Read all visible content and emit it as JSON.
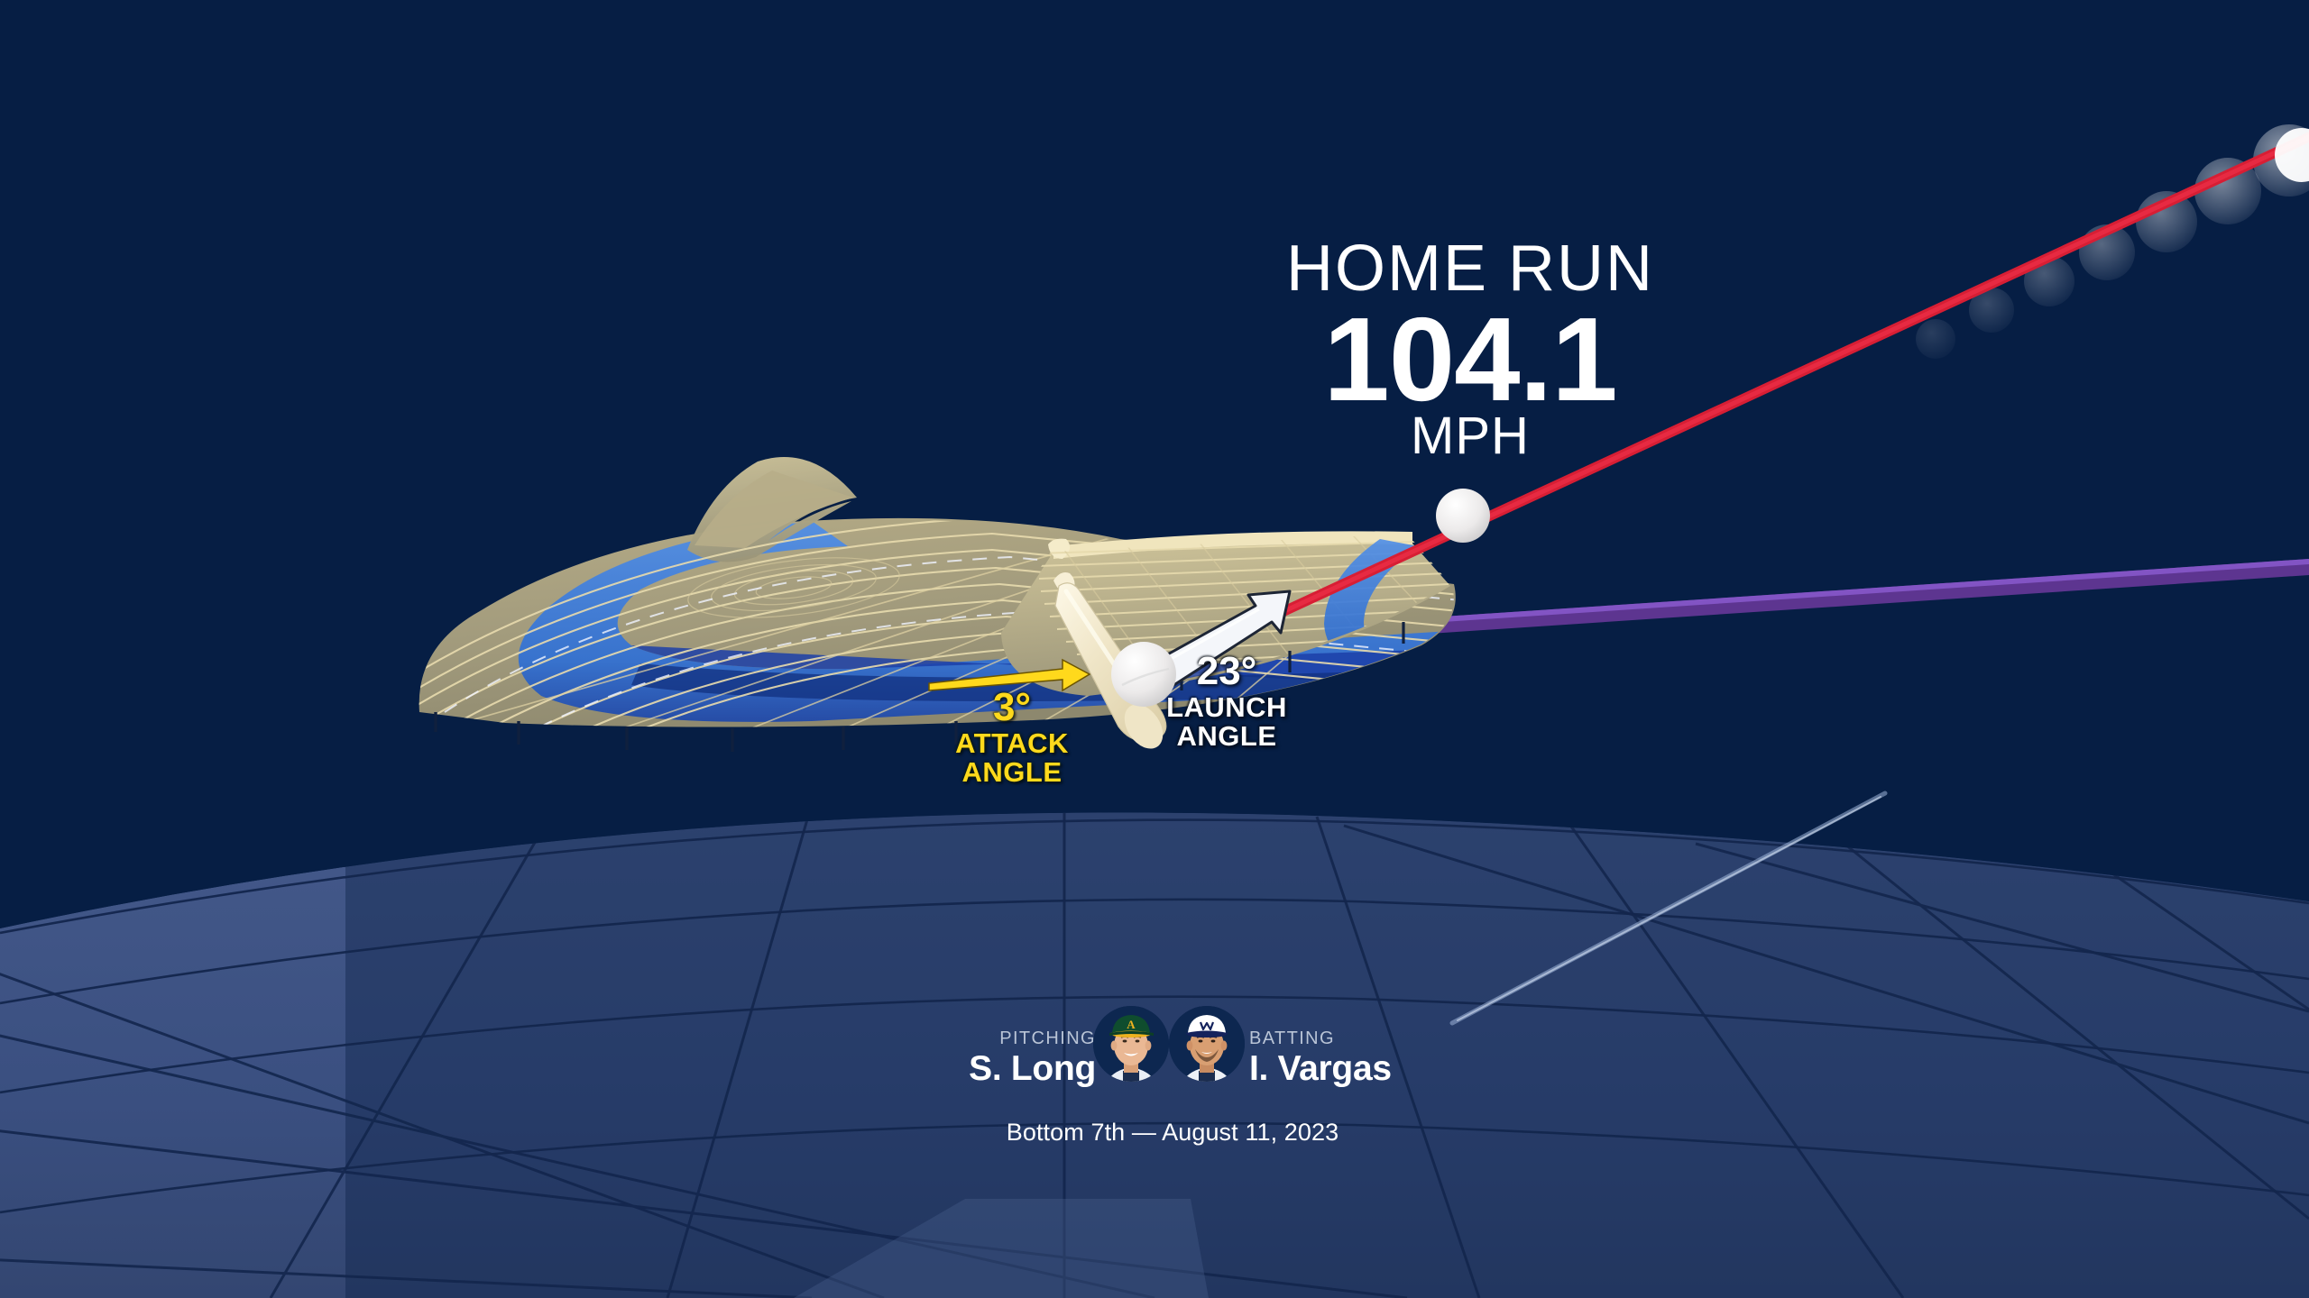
{
  "scene": {
    "background_color": "#061e44",
    "ground_color": "#3b5280",
    "ground_shadow_color": "#22335c",
    "ground_grid_color": "#13264d",
    "swing_mesh_color": "#a39c7e",
    "swing_mesh_line_color": "#e8dcae",
    "swing_band_color": "#3b7fe0",
    "swing_band_deep_color": "#1c3fa8",
    "bat_color": "#f2e9cf",
    "ball_color": "#f2f2f2",
    "trajectory_color": "#d71e34",
    "reference_line_color": "#6b3fa0",
    "attack_arrow_color": "#ffd91c",
    "launch_arrow_color": "#ffffff",
    "pitch_trail_color": "#9fb4d8"
  },
  "headline": {
    "result": "HOME RUN",
    "exit_velocity": "104.1",
    "unit": "MPH"
  },
  "annotations": {
    "attack": {
      "value": "3°",
      "label_line1": "ATTACK",
      "label_line2": "ANGLE",
      "color": "#ffd91c"
    },
    "launch": {
      "value": "23°",
      "label_line1": "LAUNCH",
      "label_line2": "ANGLE",
      "color": "#ffffff"
    }
  },
  "matchup": {
    "pitching_label": "PITCHING",
    "pitcher_name": "S. Long",
    "batting_label": "BATTING",
    "batter_name": "I. Vargas",
    "game_context": "Bottom 7th — August 11, 2023",
    "pitcher_cap_color": "#0f4d2e",
    "pitcher_logo_color": "#efb21f",
    "batter_cap_color": "#ffffff",
    "batter_cap_brim_color": "#14225c"
  },
  "chart_data": {
    "type": "scatter",
    "title": "HOME RUN 104.1 MPH",
    "annotations": [
      {
        "name": "attack_angle",
        "value": 3,
        "unit": "degrees"
      },
      {
        "name": "launch_angle",
        "value": 23,
        "unit": "degrees"
      },
      {
        "name": "exit_velocity",
        "value": 104.1,
        "unit": "mph"
      }
    ],
    "series": [
      {
        "name": "batted_ball_trajectory",
        "color": "#d71e34"
      },
      {
        "name": "swing_plane_mesh",
        "color": "#a39c7e"
      },
      {
        "name": "bat_sweet_spot_path",
        "color": "#3b7fe0"
      },
      {
        "name": "horizontal_reference",
        "color": "#6b3fa0"
      },
      {
        "name": "pitch_path",
        "color": "#9fb4d8"
      }
    ]
  }
}
